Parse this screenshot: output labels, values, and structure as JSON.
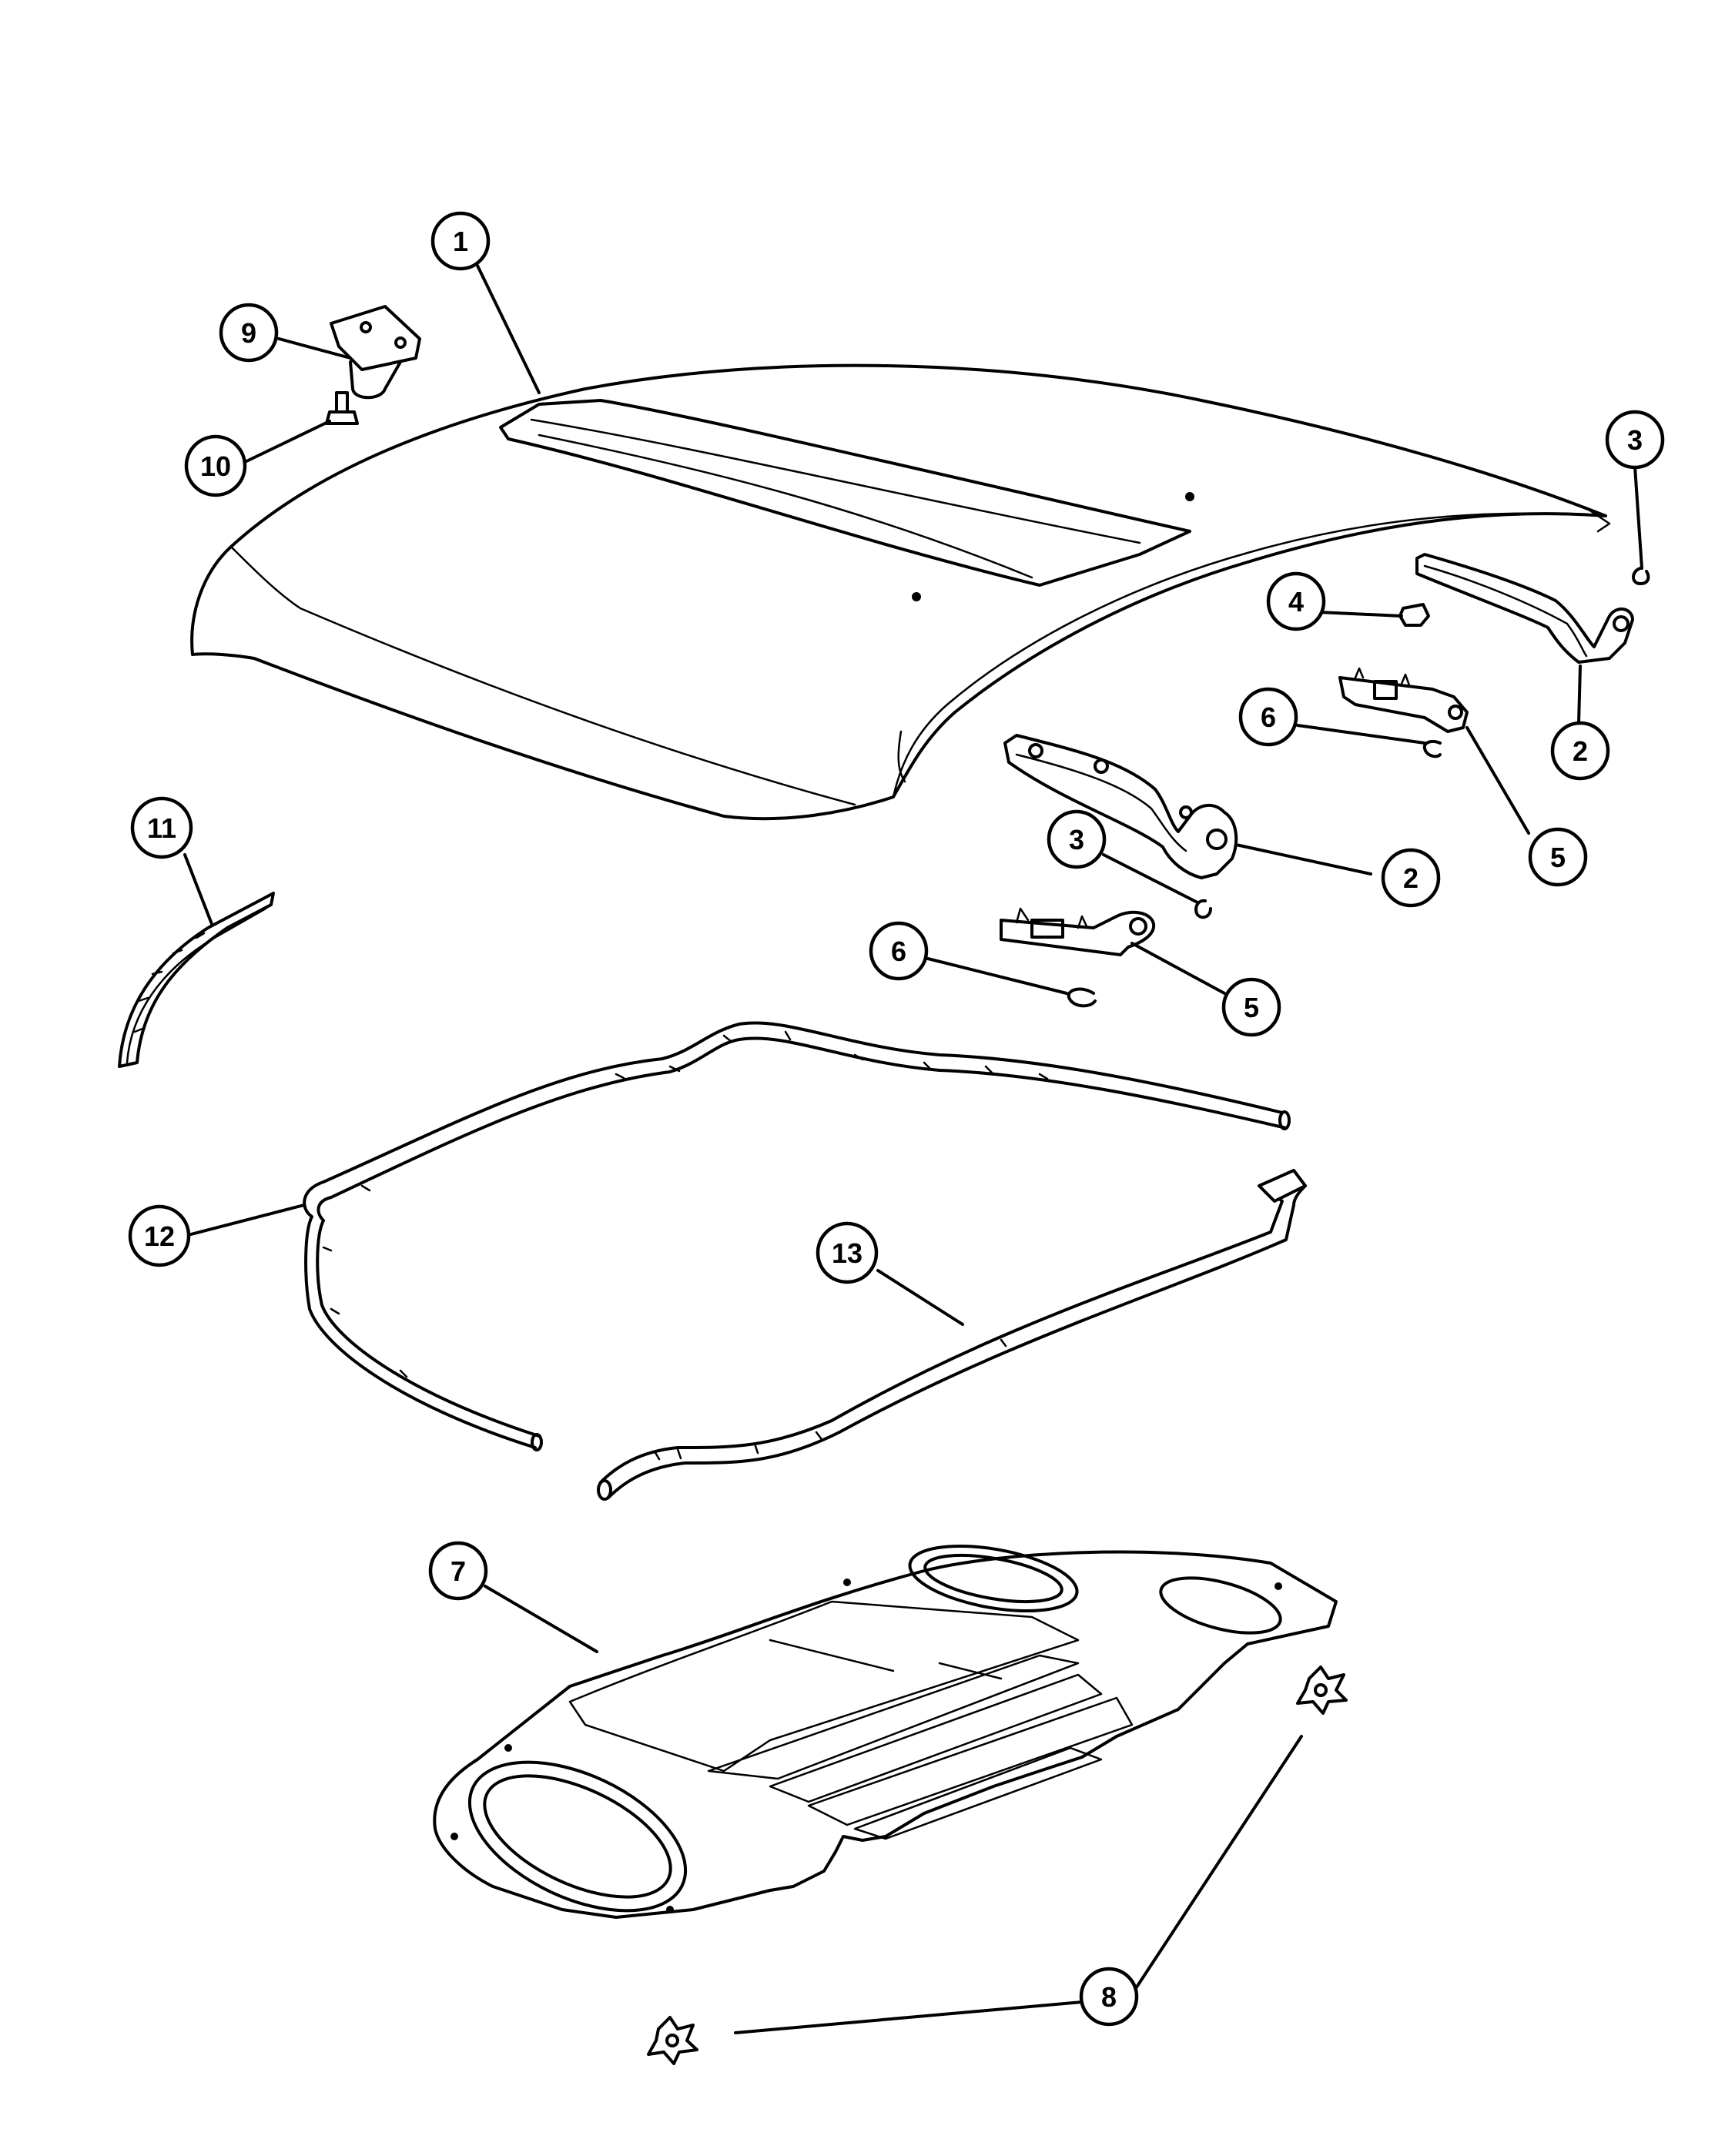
{
  "callouts": [
    {
      "id": "c1",
      "label": "1"
    },
    {
      "id": "c9",
      "label": "9"
    },
    {
      "id": "c10",
      "label": "10"
    },
    {
      "id": "c3a",
      "label": "3"
    },
    {
      "id": "c4",
      "label": "4"
    },
    {
      "id": "c6a",
      "label": "6"
    },
    {
      "id": "c2a",
      "label": "2"
    },
    {
      "id": "c5a",
      "label": "5"
    },
    {
      "id": "c11",
      "label": "11"
    },
    {
      "id": "c3b",
      "label": "3"
    },
    {
      "id": "c2b",
      "label": "2"
    },
    {
      "id": "c6b",
      "label": "6"
    },
    {
      "id": "c5b",
      "label": "5"
    },
    {
      "id": "c12",
      "label": "12"
    },
    {
      "id": "c13",
      "label": "13"
    },
    {
      "id": "c7",
      "label": "7"
    },
    {
      "id": "c8",
      "label": "8"
    }
  ]
}
